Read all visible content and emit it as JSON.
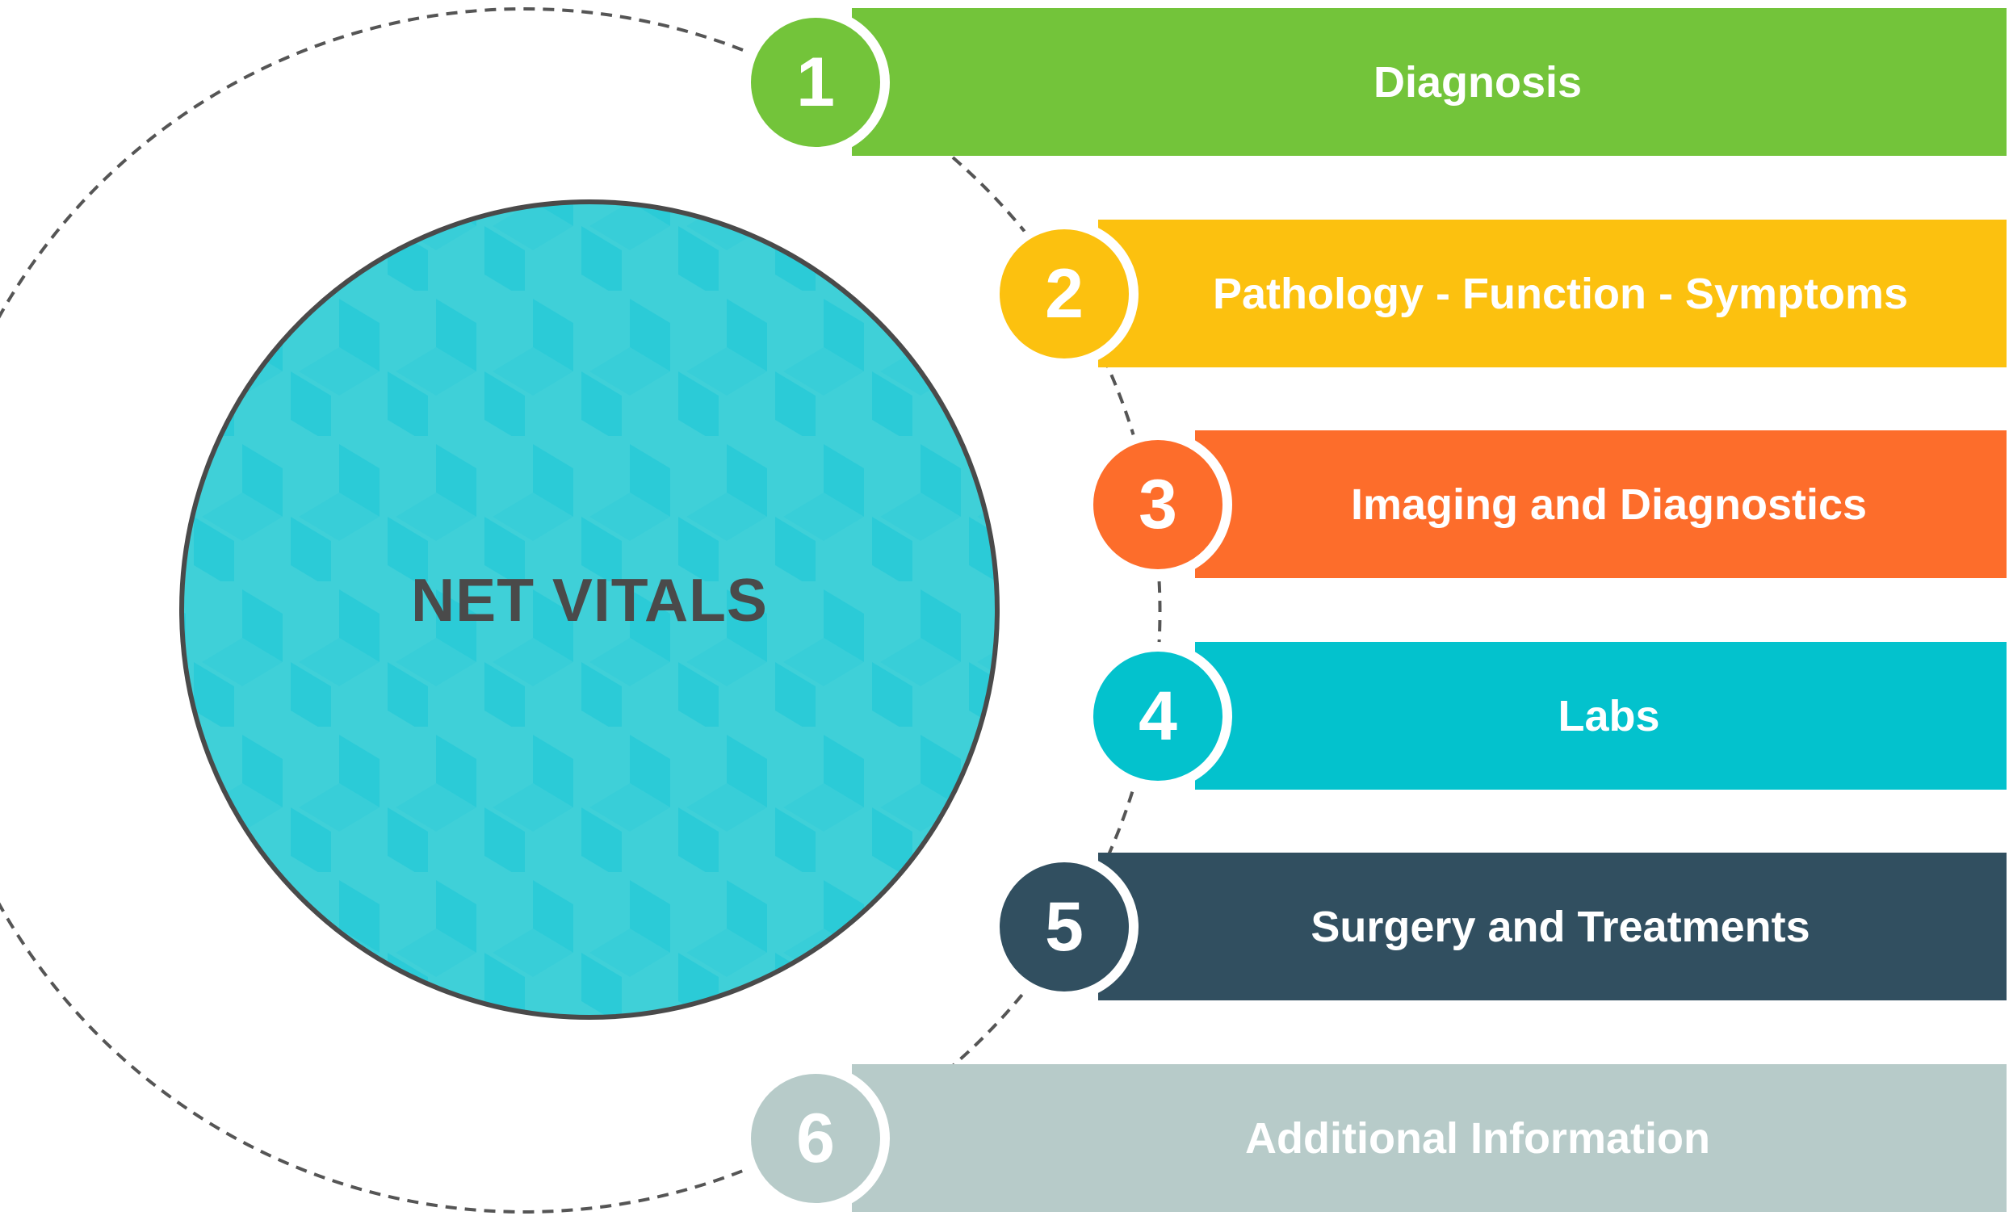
{
  "center": {
    "title": "NET VITALS",
    "color": "#3fd0d8",
    "pattern_color": "#1cc6d6",
    "border_color": "#4a4a4a"
  },
  "items": [
    {
      "number": "1",
      "label": "Diagnosis",
      "color": "#73c43a"
    },
    {
      "number": "2",
      "label": "Pathology - Function - Symptoms",
      "color": "#fcc10f"
    },
    {
      "number": "3",
      "label": "Imaging and Diagnostics",
      "color": "#fd6d2b"
    },
    {
      "number": "4",
      "label": "Labs",
      "color": "#03c2cd"
    },
    {
      "number": "5",
      "label": "Surgery and Treatments",
      "color": "#314f60"
    },
    {
      "number": "6",
      "label": "Additional Information",
      "color": "#b7cbc9"
    }
  ]
}
